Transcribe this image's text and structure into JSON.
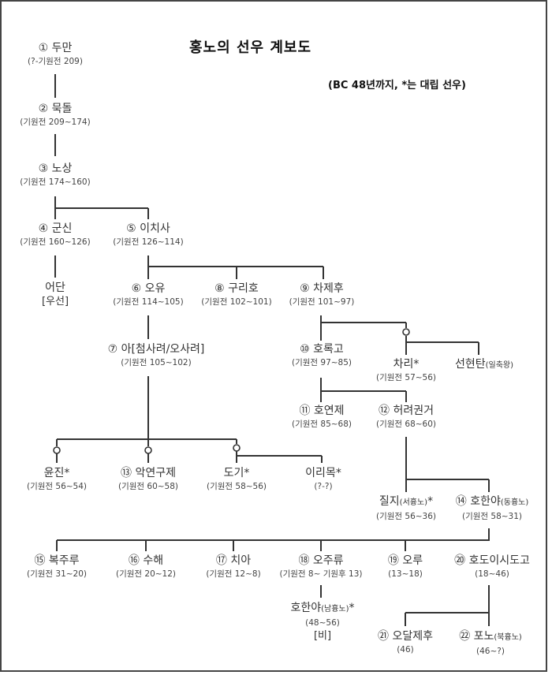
{
  "title": "홍노의 선우 계보도",
  "subtitle": "(BC 48년까지, *는 대립 선우)",
  "nodes": {
    "n1": {
      "name": "① 두만",
      "dates": "(?-기원전 209)"
    },
    "n2": {
      "name": "② 묵돌",
      "dates": "(기원전 209~174)"
    },
    "n3": {
      "name": "③ 노상",
      "dates": "(기원전 174~160)"
    },
    "n4": {
      "name": "④ 군신",
      "dates": "(기원전 160~126)"
    },
    "n5": {
      "name": "⑤ 이치사",
      "dates": "(기원전 126~114)"
    },
    "eodan": {
      "name": "어단",
      "extra": "[우선]"
    },
    "n6": {
      "name": "⑥ 오유",
      "dates": "(기원전 114~105)"
    },
    "n8": {
      "name": "⑧ 구리호",
      "dates": "(기원전 102~101)"
    },
    "n9": {
      "name": "⑨ 차제후",
      "dates": "(기원전 101~97)"
    },
    "n7": {
      "name": "⑦ 아[첨사려/오사려]",
      "dates": "(기원전 105~102)"
    },
    "n10": {
      "name": "⑩ 호록고",
      "dates": "(기원전 97~85)"
    },
    "chari": {
      "name": "차리*",
      "dates": "(기원전 57~56)"
    },
    "seonhyeontan": {
      "name": "선현탄",
      "note": "(일축왕)"
    },
    "n11": {
      "name": "⑪ 호연제",
      "dates": "(기원전 85~68)"
    },
    "n12": {
      "name": "⑫ 허려권거",
      "dates": "(기원전 68~60)"
    },
    "yunjin": {
      "name": "윤진*",
      "dates": "(기원전 56~54)"
    },
    "n13": {
      "name": "⑬ 악연구제",
      "dates": "(기원전 60~58)"
    },
    "dogi": {
      "name": "도기*",
      "dates": "(기원전 58~56)"
    },
    "irimok": {
      "name": "이리목*",
      "dates": "(?-?)"
    },
    "jilji": {
      "name": "질지",
      "note": "(서흉노)",
      "mark": "*",
      "dates": "(기원전 56~36)"
    },
    "n14": {
      "name": "⑭ 호한야",
      "note": "(동흉노)",
      "dates": "(기원전 58~31)"
    },
    "n15": {
      "name": "⑮ 복주루",
      "dates": "(기원전 31~20)"
    },
    "n16": {
      "name": "⑯ 수해",
      "dates": "(기원전 20~12)"
    },
    "n17": {
      "name": "⑰ 치아",
      "dates": "(기원전 12~8)"
    },
    "n18": {
      "name": "⑱ 오주류",
      "dates": "(기원전 8~ 기원후 13)"
    },
    "n19": {
      "name": "⑲ 오루",
      "dates": "(13~18)"
    },
    "n20": {
      "name": "⑳ 호도이시도고",
      "dates": "(18~46)"
    },
    "hohanya_s": {
      "name": "호한야",
      "note": "(남흉노)",
      "mark": "*",
      "dates": "(48~56)",
      "extra": "[비]"
    },
    "n21": {
      "name": "㉑ 오달제후",
      "dates": "(46)"
    },
    "n22": {
      "name": "㉒ 포노",
      "note": "(북흉노)",
      "dates": "(46~?)"
    }
  }
}
